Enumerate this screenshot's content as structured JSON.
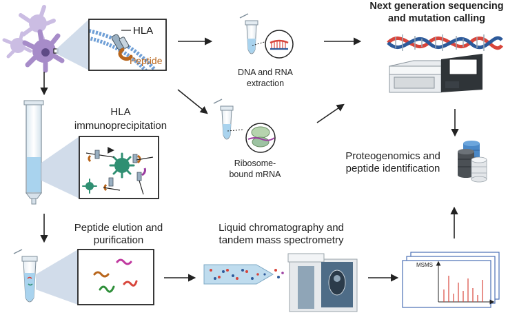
{
  "labels": {
    "hla": "HLA",
    "peptide": "Peptide",
    "hla_ip_line1": "HLA",
    "hla_ip_line2": "immunoprecipitation",
    "dna_rna_line1": "DNA and RNA",
    "dna_rna_line2": "extraction",
    "ribosome_line1": "Ribosome-",
    "ribosome_line2": "bound mRNA",
    "ngs_line1": "Next generation sequencing",
    "ngs_line2": "and mutation calling",
    "proteo_line1": "Proteogenomics and",
    "proteo_line2": "peptide identification",
    "elution_line1": "Peptide elution and",
    "elution_line2": "purification",
    "lcms_line1": "Liquid chromatography and",
    "lcms_line2": "tandem mass spectrometry",
    "msms": "MSMS"
  },
  "colors": {
    "cell_purple": "#a78cc9",
    "cell_light": "#cbbde3",
    "membrane_blue": "#6f9fd6",
    "peptide_orange": "#b8651b",
    "dna_red": "#d8453b",
    "dna_blue": "#2d5a9a",
    "liquid_blue": "#a9d3ee",
    "arrow": "#222222"
  }
}
